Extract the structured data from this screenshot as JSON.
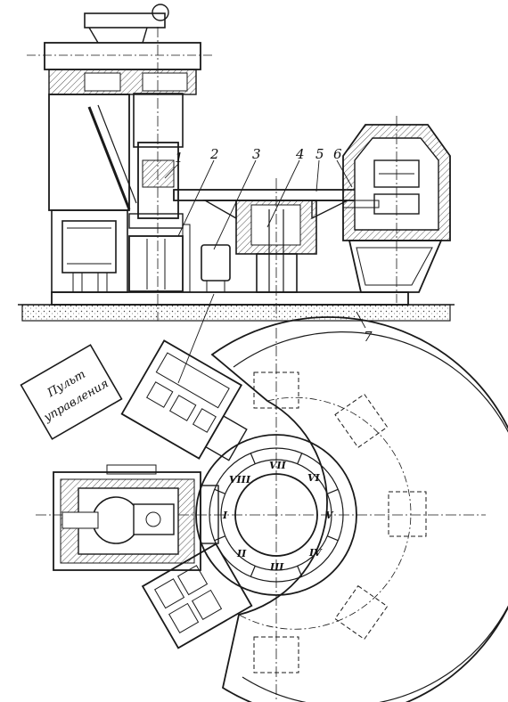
{
  "callouts": [
    "1",
    "2",
    "3",
    "4",
    "5",
    "6",
    "7"
  ],
  "positions": [
    "I",
    "II",
    "III",
    "IV",
    "V",
    "VI",
    "VII",
    "VIII"
  ],
  "control_panel": {
    "line1": "Пульт",
    "line2": "управления"
  },
  "colors": {
    "ink": "#1a1a1a",
    "paper": "#ffffff",
    "hatch": "#555555"
  }
}
